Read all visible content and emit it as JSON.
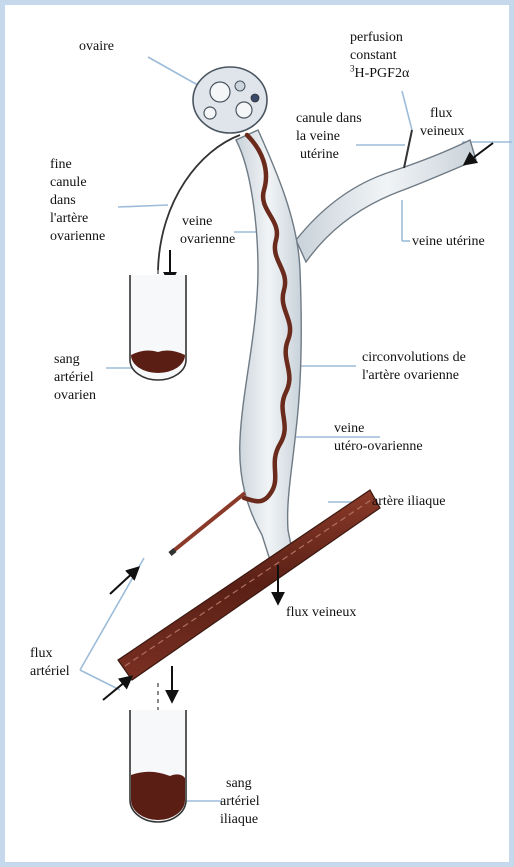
{
  "labels": {
    "ovaire": "ovaire",
    "perfusion": [
      "perfusion",
      "constant"
    ],
    "perfusion_sup": "3",
    "perfusion_tail": "H-PGF2α",
    "canule_veine": [
      "canule dans",
      "la veine",
      "utérine"
    ],
    "flux_veineux_haut": [
      "flux",
      "veineux"
    ],
    "fine_canule": [
      "fine",
      "canule",
      "dans",
      "l'artère",
      "ovarienne"
    ],
    "veine_ovarienne": [
      "veine",
      "ovarienne"
    ],
    "veine_uterine": "veine utérine",
    "sang_ovarien": [
      "sang",
      "artériel",
      "ovarien"
    ],
    "circonvolutions": [
      "circonvolutions de",
      "l'artère ovarienne"
    ],
    "veine_utero": [
      "veine",
      "utéro-ovarienne"
    ],
    "artere_iliaque": "artère iliaque",
    "flux_veineux_bas": "flux veineux",
    "flux_arteriel": [
      "flux",
      "artériel"
    ],
    "sang_iliaque": [
      "sang",
      "artériel",
      "iliaque"
    ]
  },
  "colors": {
    "frame": "#c6d9ec",
    "leader": "#9dbcd9",
    "vein_fill": "#e3e9ee",
    "vein_stroke": "#6e7a84",
    "artery": "#6a2a1c",
    "blood": "#5a1e14",
    "arrow": "#111111"
  }
}
